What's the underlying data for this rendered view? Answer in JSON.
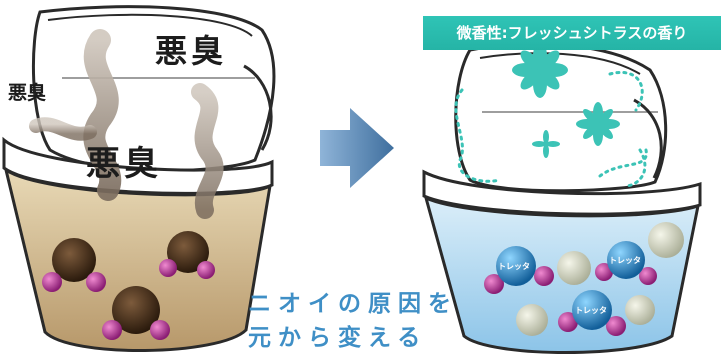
{
  "scene": {
    "left_label_large_top": "悪臭",
    "left_label_small": "悪臭",
    "left_label_large_bottom": "悪臭",
    "scent_badge": "微香性:フレッシュシトラスの香り",
    "tagline_line1": "ニオイの原因を",
    "tagline_line2": "元から変える",
    "molecule_label": "トレッタ"
  },
  "colors": {
    "left_bin_fill": "#c9b184",
    "right_bin_fill": "#a9d6ef",
    "arrow": "#4e7fad",
    "badge": "#2db9ab",
    "flower": "#3cc3b6",
    "tagline": "#3f8fc6",
    "molecule_core": "#2a8fc9",
    "molecule_atom": "#c24a9a",
    "cream_ball": "#d9dccb"
  }
}
